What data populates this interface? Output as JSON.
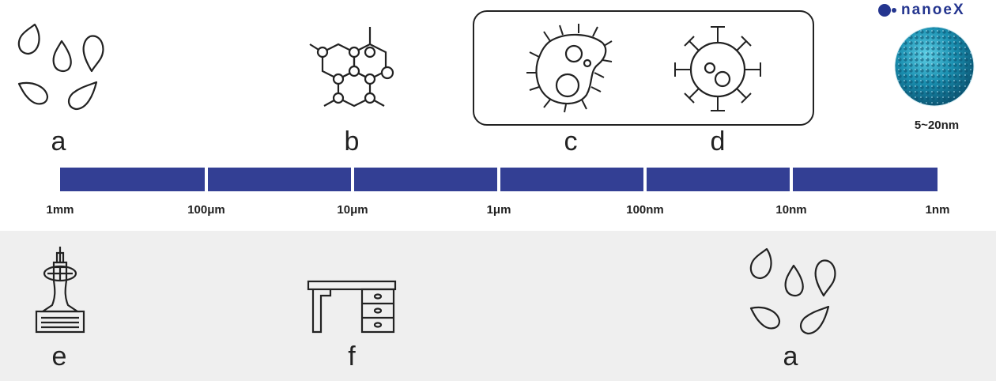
{
  "brand": {
    "name": "nanoeX",
    "color": "#24358f"
  },
  "nanoe_particle": {
    "size_label": "5~20nm",
    "color": "#1aa0c0"
  },
  "scale": {
    "color": "#333f94",
    "ticks": [
      "1mm",
      "100μm",
      "10μm",
      "1μm",
      "100nm",
      "10nm",
      "1nm"
    ]
  },
  "top_items": [
    {
      "letter": "a",
      "icon": "pollen-icon"
    },
    {
      "letter": "b",
      "icon": "molecule-icon"
    },
    {
      "letter": "c",
      "icon": "bacteria-icon"
    },
    {
      "letter": "d",
      "icon": "virus-icon"
    }
  ],
  "bottom_items": [
    {
      "letter": "e",
      "icon": "tower-icon"
    },
    {
      "letter": "f",
      "icon": "desk-icon"
    },
    {
      "letter": "a",
      "icon": "pollen-icon"
    }
  ],
  "colors": {
    "panel_bg": "#efefef",
    "line": "#222222"
  }
}
